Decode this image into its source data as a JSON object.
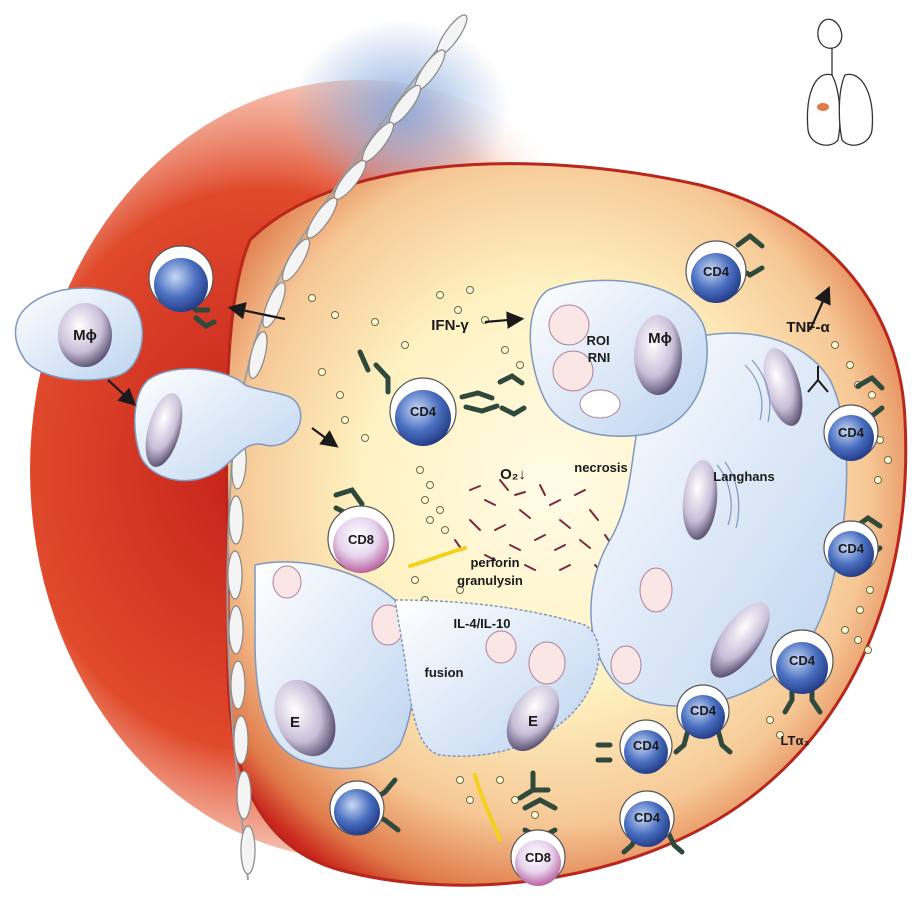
{
  "labels": {
    "mphi_outside": "Mϕ",
    "mphi_inside": "Mϕ",
    "ifn_gamma": "IFN-γ",
    "roi": "ROI",
    "rni": "RNI",
    "tnf_alpha": "TNF-α",
    "o2": "O₂↓",
    "necrosis": "necrosis",
    "langhans": "Langhans",
    "perforin": "perforin",
    "granulysin": "granulysin",
    "il4_il10": "IL-4/IL-10",
    "fusion": "fusion",
    "epithelioid_1": "E",
    "epithelioid_2": "E",
    "lt_alpha3": "LTα₃"
  },
  "cells": {
    "cd4": "CD4",
    "cd8": "CD8"
  },
  "colors": {
    "granuloma_outer": "#c9261c",
    "granuloma_core": "#fff6cf",
    "cell_membrane": "#e8f0fb",
    "t_cell_blue": "#1f3f8f",
    "t_cell_pink": "#c9579a",
    "receptor": "#2f4a3c",
    "arrow_yellow": "#f2d21a",
    "nucleus": "#c7bdd8"
  }
}
